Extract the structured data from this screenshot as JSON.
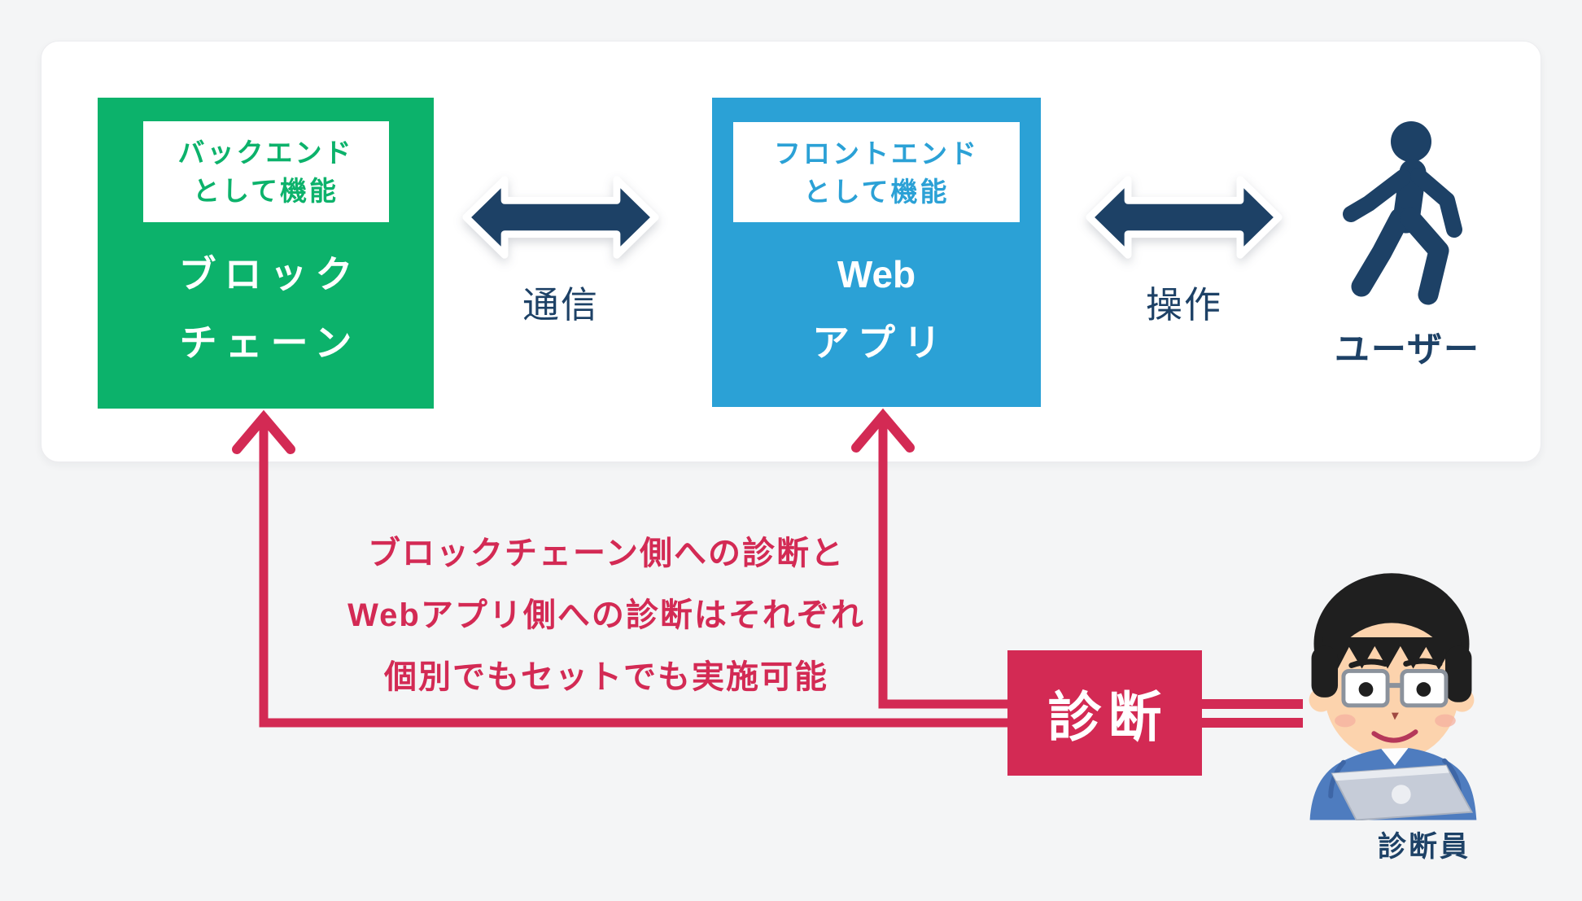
{
  "colors": {
    "background": "#f4f5f6",
    "panel": "#ffffff",
    "green": "#0cb26b",
    "blue": "#2ba1d6",
    "navy": "#1d4166",
    "crimson": "#d32a54"
  },
  "blockchain": {
    "badge_line1": "バックエンド",
    "badge_line2": "として機能",
    "title_line1": "ブロック",
    "title_line2": "チェーン"
  },
  "webapp": {
    "badge_line1": "フロントエンド",
    "badge_line2": "として機能",
    "title_line1": "Web",
    "title_line2": "アプリ"
  },
  "links": {
    "communication_label": "通信",
    "operation_label": "操作"
  },
  "user": {
    "label": "ユーザー"
  },
  "diagnosis": {
    "note_line1": "ブロックチェーン側への診断と",
    "note_line2": "Webアプリ側への診断はそれぞれ",
    "note_line3": "個別でもセットでも実施可能",
    "box_label": "診断",
    "operator_label": "診断員"
  }
}
